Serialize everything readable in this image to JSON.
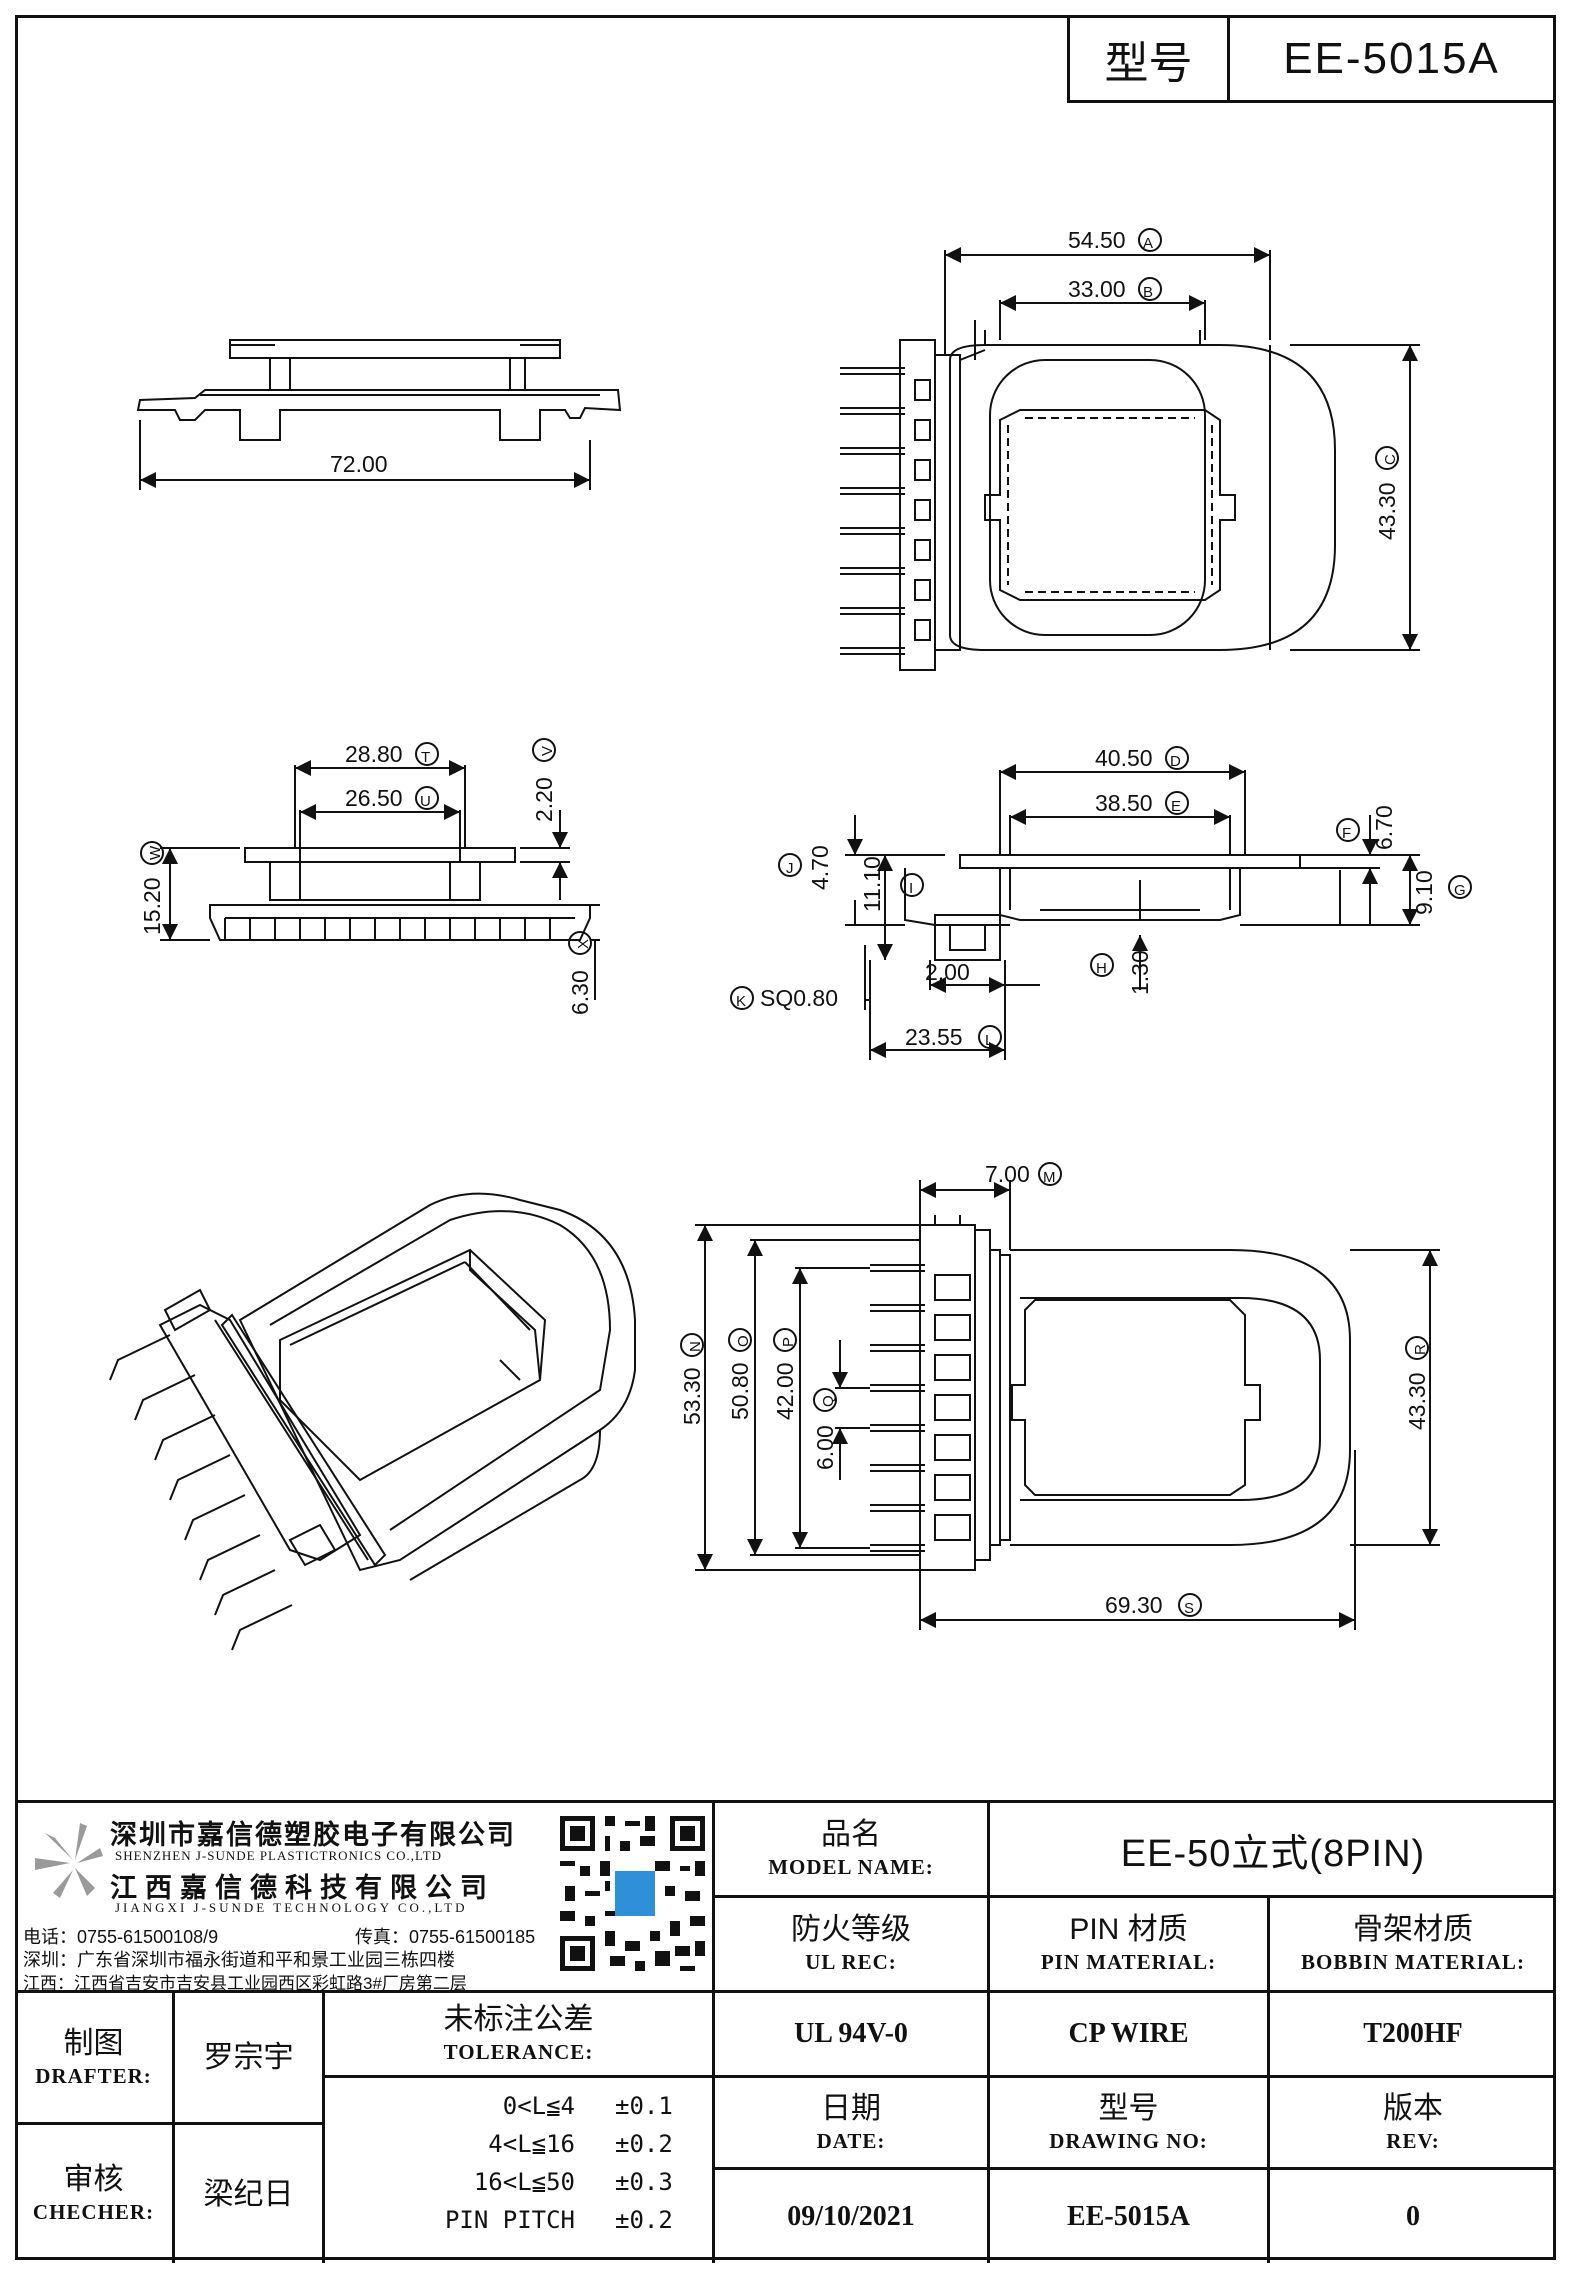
{
  "header": {
    "model_label": "型号",
    "model_value": "EE-5015A"
  },
  "dimensions": {
    "a": "54.50",
    "b": "33.00",
    "c": "43.30",
    "len72": "72.00",
    "t": "28.80",
    "u": "26.50",
    "v": "2.20",
    "w": "15.20",
    "x": "6.30",
    "d": "40.50",
    "e": "38.50",
    "f": "6.70",
    "g": "9.10",
    "j": "4.70",
    "i": "11.10",
    "h": "1.30",
    "k": "SQ0.80",
    "two": "2.00",
    "l": "23.55",
    "m": "7.00",
    "n": "53.30",
    "o": "50.80",
    "p": "42.00",
    "q": "6.00",
    "r": "43.30",
    "s": "69.30"
  },
  "markers": {
    "a": "A",
    "b": "B",
    "c": "C",
    "d": "D",
    "e": "E",
    "f": "F",
    "g": "G",
    "h": "H",
    "i": "I",
    "j": "J",
    "k": "K",
    "l": "L",
    "m": "M",
    "n": "N",
    "o": "O",
    "p": "P",
    "q": "Q",
    "r": "R",
    "s": "S",
    "t": "T",
    "u": "U",
    "v": "V",
    "w": "W",
    "x": "X"
  },
  "company": {
    "name_sz": "深圳市嘉信德塑胶电子有限公司",
    "name_sz_en": "SHENZHEN J-SUNDE PLASTICTRONICS CO.,LTD",
    "name_jx": "江西嘉信德科技有限公司",
    "name_jx_en": "JIANGXI J-SUNDE TECHNOLOGY CO.,LTD",
    "phone": "电话：0755-61500108/9",
    "fax": "传真：0755-61500185",
    "addr_sz": "深圳：广东省深圳市福永街道和平和景工业园三栋四楼",
    "addr_jx": "江西：江西省吉安市吉安县工业园西区彩虹路3#厂房第二层"
  },
  "title_block": {
    "model_name_cn": "品名",
    "model_name_en": "MODEL NAME:",
    "model_name_value": "EE-50立式(8PIN)",
    "ul_cn": "防火等级",
    "ul_en": "UL REC:",
    "ul_value": "UL 94V-0",
    "pin_cn": "PIN 材质",
    "pin_en": "PIN MATERIAL:",
    "pin_value": "CP WIRE",
    "bobbin_cn": "骨架材质",
    "bobbin_en": "BOBBIN MATERIAL:",
    "bobbin_value": "T200HF",
    "drafter_cn": "制图",
    "drafter_en": "DRAFTER:",
    "drafter_value": "罗宗宇",
    "checker_cn": "审核",
    "checker_en": "CHECHER:",
    "checker_value": "梁纪日",
    "tol_cn": "未标注公差",
    "tol_en": "TOLERANCE:",
    "tol_rows": [
      {
        "range": "0<L≦4",
        "value": "±0.1"
      },
      {
        "range": "4<L≦16",
        "value": "±0.2"
      },
      {
        "range": "16<L≦50",
        "value": "±0.3"
      },
      {
        "range": "PIN PITCH",
        "value": "±0.2"
      }
    ],
    "date_cn": "日期",
    "date_en": "DATE:",
    "date_value": "09/10/2021",
    "drawno_cn": "型号",
    "drawno_en": "DRAWING NO:",
    "drawno_value": "EE-5015A",
    "rev_cn": "版本",
    "rev_en": "REV:",
    "rev_value": "0"
  }
}
